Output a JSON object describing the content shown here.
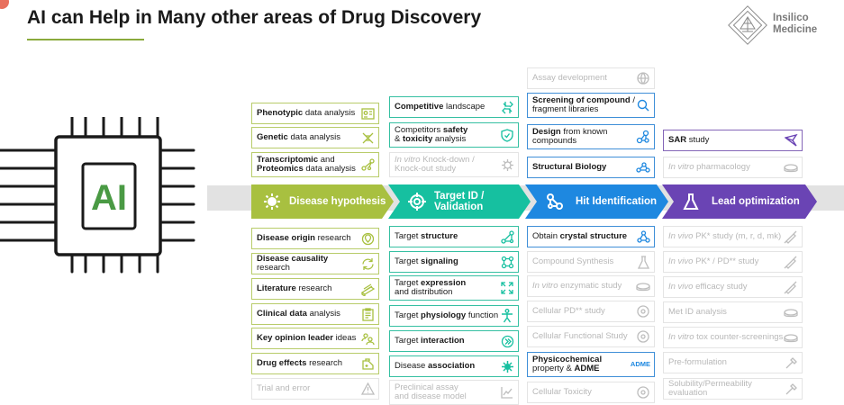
{
  "header": {
    "title": "AI can Help in Many other areas of Drug Discovery",
    "logo_line1": "Insilico",
    "logo_line2": "Medicine"
  },
  "chip": {
    "label": "AI",
    "color": "#4a9a44"
  },
  "stages": [
    {
      "label": "Disease hypothesis",
      "color": "#a8c040"
    },
    {
      "label": "Target ID / Validation",
      "color": "#16c0a0"
    },
    {
      "label": "Hit Identification",
      "color": "#1e88e0"
    },
    {
      "label": "Lead optimization",
      "color": "#6a44b4"
    }
  ],
  "col1_top": [
    {
      "pre": "",
      "bold": "Phenotypic",
      "post": " data analysis",
      "icon": "id-card-icon"
    },
    {
      "pre": "",
      "bold": "Genetic",
      "post": " data analysis",
      "icon": "dna-icon"
    },
    {
      "pre": "",
      "bold": "Transcriptomic",
      "post": " and",
      "bold2": "Proteomics",
      "post2": " data analysis",
      "icon": "network-icon"
    }
  ],
  "col1_bottom": [
    {
      "pre": "",
      "bold": "Disease origin",
      "post": " research",
      "icon": "location-pin-icon"
    },
    {
      "pre": "",
      "bold": "Disease causality",
      "post": " research",
      "icon": "cycle-icon"
    },
    {
      "pre": "",
      "bold": "Literature",
      "post": " research",
      "icon": "books-icon"
    },
    {
      "pre": "",
      "bold": "Clinical data",
      "post": " analysis",
      "icon": "clipboard-icon"
    },
    {
      "pre": "",
      "bold": "Key opinion leader",
      "post": " ideas",
      "icon": "people-icon"
    },
    {
      "pre": "",
      "bold": "Drug effects",
      "post": " research",
      "icon": "pill-icon"
    },
    {
      "pre": "Trial and error",
      "bold": "",
      "post": "",
      "icon": "warning-icon",
      "faded": true
    }
  ],
  "col2_top": [
    {
      "pre": "",
      "bold": "Competitive",
      "post": " landscape",
      "icon": "arrows-icon"
    },
    {
      "pre": "Competitors ",
      "bold": "safety",
      "post": "",
      "pre2": "& ",
      "bold2": "toxicity",
      "post2": " analysis",
      "icon": "shield-icon"
    },
    {
      "pre": "In vitro",
      "bold": "",
      "post": " Knock-down /",
      "pre2": "Knock-out study",
      "icon": "virus-icon",
      "faded": true
    }
  ],
  "col2_bottom": [
    {
      "pre": "Target ",
      "bold": "structure",
      "post": "",
      "icon": "molecule-icon"
    },
    {
      "pre": "Target ",
      "bold": "signaling",
      "post": "",
      "icon": "nodes-icon"
    },
    {
      "pre": "Target ",
      "bold": "expression",
      "post": "",
      "pre2": "and distribution",
      "icon": "expand-icon"
    },
    {
      "pre": "Target ",
      "bold": "physiology",
      "post": " function",
      "icon": "human-figure-icon"
    },
    {
      "pre": "Target ",
      "bold": "interaction",
      "post": "",
      "icon": "interaction-icon"
    },
    {
      "pre": "Disease ",
      "bold": "association",
      "post": "",
      "icon": "virus-icon"
    },
    {
      "pre": "Preclinical assay",
      "bold": "",
      "post": "",
      "pre2": "and disease model",
      "icon": "chart-icon",
      "faded": true
    }
  ],
  "col3_top": [
    {
      "pre": "Assay development",
      "bold": "",
      "post": "",
      "icon": "globe-icon",
      "faded": true
    },
    {
      "pre": "",
      "bold": "Screening of compound",
      "post": " /",
      "pre2": "fragment libraries",
      "icon": "search-icon"
    },
    {
      "pre": "",
      "bold": "Design",
      "post": " from known",
      "pre2": "compounds",
      "icon": "molecule-icon"
    },
    {
      "pre": "",
      "bold": "Structural Biology",
      "post": "",
      "icon": "structure-icon"
    }
  ],
  "col3_bottom": [
    {
      "pre": "Obtain ",
      "bold": "crystal structure",
      "post": "",
      "icon": "crystal-icon"
    },
    {
      "pre": "Compound Synthesis",
      "bold": "",
      "post": "",
      "icon": "flask-icon",
      "faded": true
    },
    {
      "pre": "In vitro",
      "bold": "",
      "post": " enzymatic study",
      "icon": "dish-icon",
      "faded": true
    },
    {
      "pre": "Cellular PD** study",
      "bold": "",
      "post": "",
      "icon": "cell-icon",
      "faded": true
    },
    {
      "pre": "Cellular Functional Study",
      "bold": "",
      "post": "",
      "icon": "cell-icon",
      "faded": true
    },
    {
      "pre": "",
      "bold": "Physicochemical",
      "post": "",
      "pre2": "property & ",
      "bold2": "ADME",
      "icon": "adme-text-icon",
      "adme": "ADME"
    },
    {
      "pre": "Cellular Toxicity",
      "bold": "",
      "post": "",
      "icon": "cell-icon",
      "faded": true
    }
  ],
  "col4_top": [
    {
      "pre": "",
      "bold": "SAR",
      "post": " study",
      "icon": "sar-icon"
    },
    {
      "pre": "In vitro",
      "bold": "",
      "post": " pharmacology",
      "icon": "dish-icon",
      "faded": true
    }
  ],
  "col4_bottom": [
    {
      "pre": "In vivo",
      "bold": "",
      "post": " PK* study (m, r, d, mk)",
      "icon": "syringe-icon",
      "faded": true
    },
    {
      "pre": "In vivo",
      "bold": "",
      "post": " PK* / PD** study",
      "icon": "syringe-icon",
      "faded": true
    },
    {
      "pre": "In vivo",
      "bold": "",
      "post": " efficacy study",
      "icon": "syringe-icon",
      "faded": true
    },
    {
      "pre": "Met ID analysis",
      "bold": "",
      "post": "",
      "icon": "dish-icon",
      "faded": true
    },
    {
      "pre": "In vitro",
      "bold": "",
      "post": " tox counter-screenings",
      "icon": "dish-icon",
      "faded": true
    },
    {
      "pre": "Pre-formulation",
      "bold": "",
      "post": "",
      "icon": "dropper-icon",
      "faded": true
    },
    {
      "pre": "Solubility/Permeability evaluation",
      "bold": "",
      "post": "",
      "icon": "dropper-icon",
      "faded": true
    }
  ]
}
